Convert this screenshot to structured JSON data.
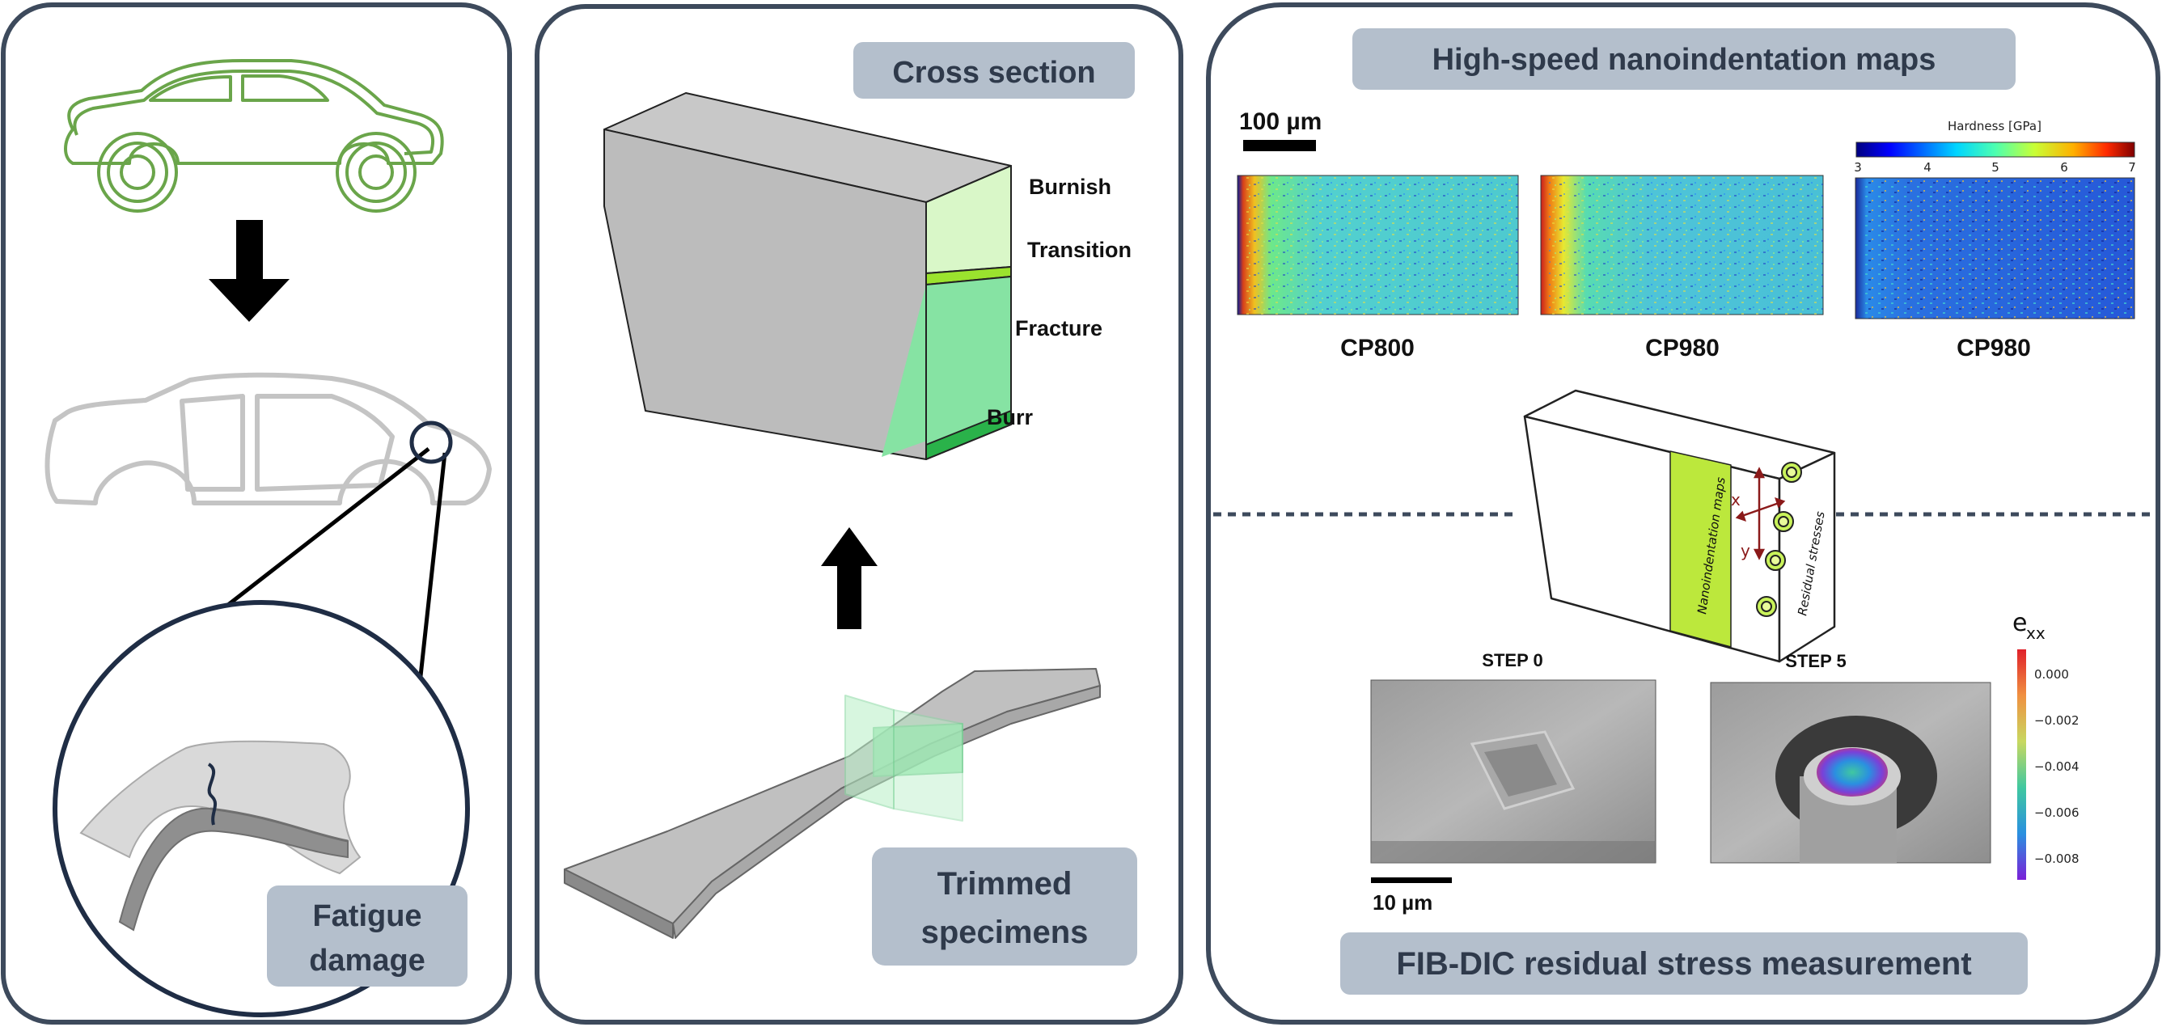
{
  "panels": {
    "left": {
      "banner_line1": "Fatigue",
      "banner_line2": "damage"
    },
    "middle": {
      "banner_top": "Cross section",
      "zones": [
        "Burnish",
        "Transition",
        "Fracture",
        "Burr"
      ],
      "banner_bottom_line1": "Trimmed",
      "banner_bottom_line2": "specimens"
    },
    "right": {
      "banner_top": "High-speed nanoindentation maps",
      "scalebar_top": "100 µm",
      "map_labels": [
        "CP800",
        "CP980",
        "CP980"
      ],
      "colorbar_title": "Hardness [GPa]",
      "colorbar_ticks": [
        "3",
        "4",
        "5",
        "6",
        "7"
      ],
      "block_label_left": "Nanoindentation maps",
      "block_label_right": "Residual stresses",
      "axis_x": "x",
      "axis_y": "y",
      "step_labels": [
        "STEP 0",
        "STEP 5"
      ],
      "scalebar_bottom": "10 µm",
      "strain_title_base": "e",
      "strain_title_sub": "xx",
      "strain_ticks": [
        "0.000",
        "−0.002",
        "−0.004",
        "−0.006",
        "−0.008"
      ],
      "banner_bottom": "FIB-DIC residual stress measurement"
    }
  },
  "colors": {
    "panel_border": "#3d4a5c",
    "banner_fill": "#b4bfcc",
    "car_green": "#6aa54a",
    "body_gray": "#bdbdbd",
    "burnish": "#d9f7c8",
    "transition": "#9be32e",
    "fracture": "#86e3a3",
    "burr": "#2ab24a",
    "nano_green": "#bce83c",
    "axis_red": "#8b1a1a"
  }
}
